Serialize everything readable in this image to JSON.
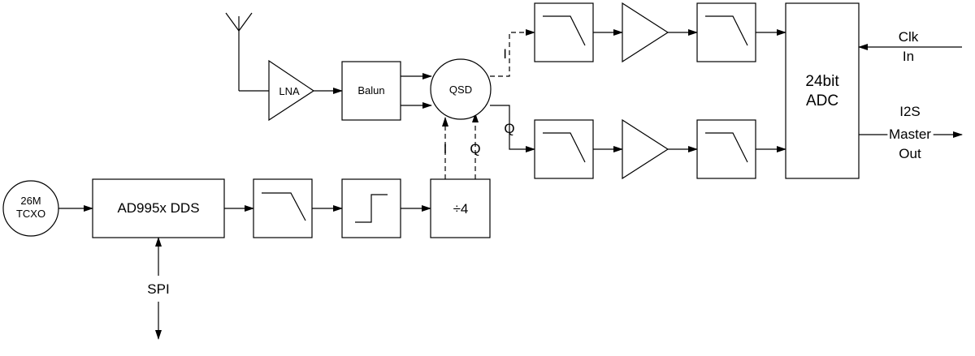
{
  "blocks": {
    "tcxo": [
      "26M",
      "TCXO"
    ],
    "dds": "AD995x DDS",
    "divider": "÷4",
    "lna": "LNA",
    "balun": "Balun",
    "qsd": "QSD",
    "adc": [
      "24bit",
      "ADC"
    ]
  },
  "labels": {
    "spi": "SPI",
    "qsd_i_in": "I",
    "qsd_q_in": "Q",
    "i_path": "I",
    "q_path": "Q",
    "clk_in": [
      "Clk",
      "In"
    ],
    "i2s_out": [
      "I2S",
      "Master",
      "Out"
    ]
  },
  "icons": {
    "antenna": "antenna-icon",
    "lowpass": "lowpass-filter-icon",
    "amplifier": "amplifier-triangle-icon",
    "squarer": "square-wave-icon"
  }
}
